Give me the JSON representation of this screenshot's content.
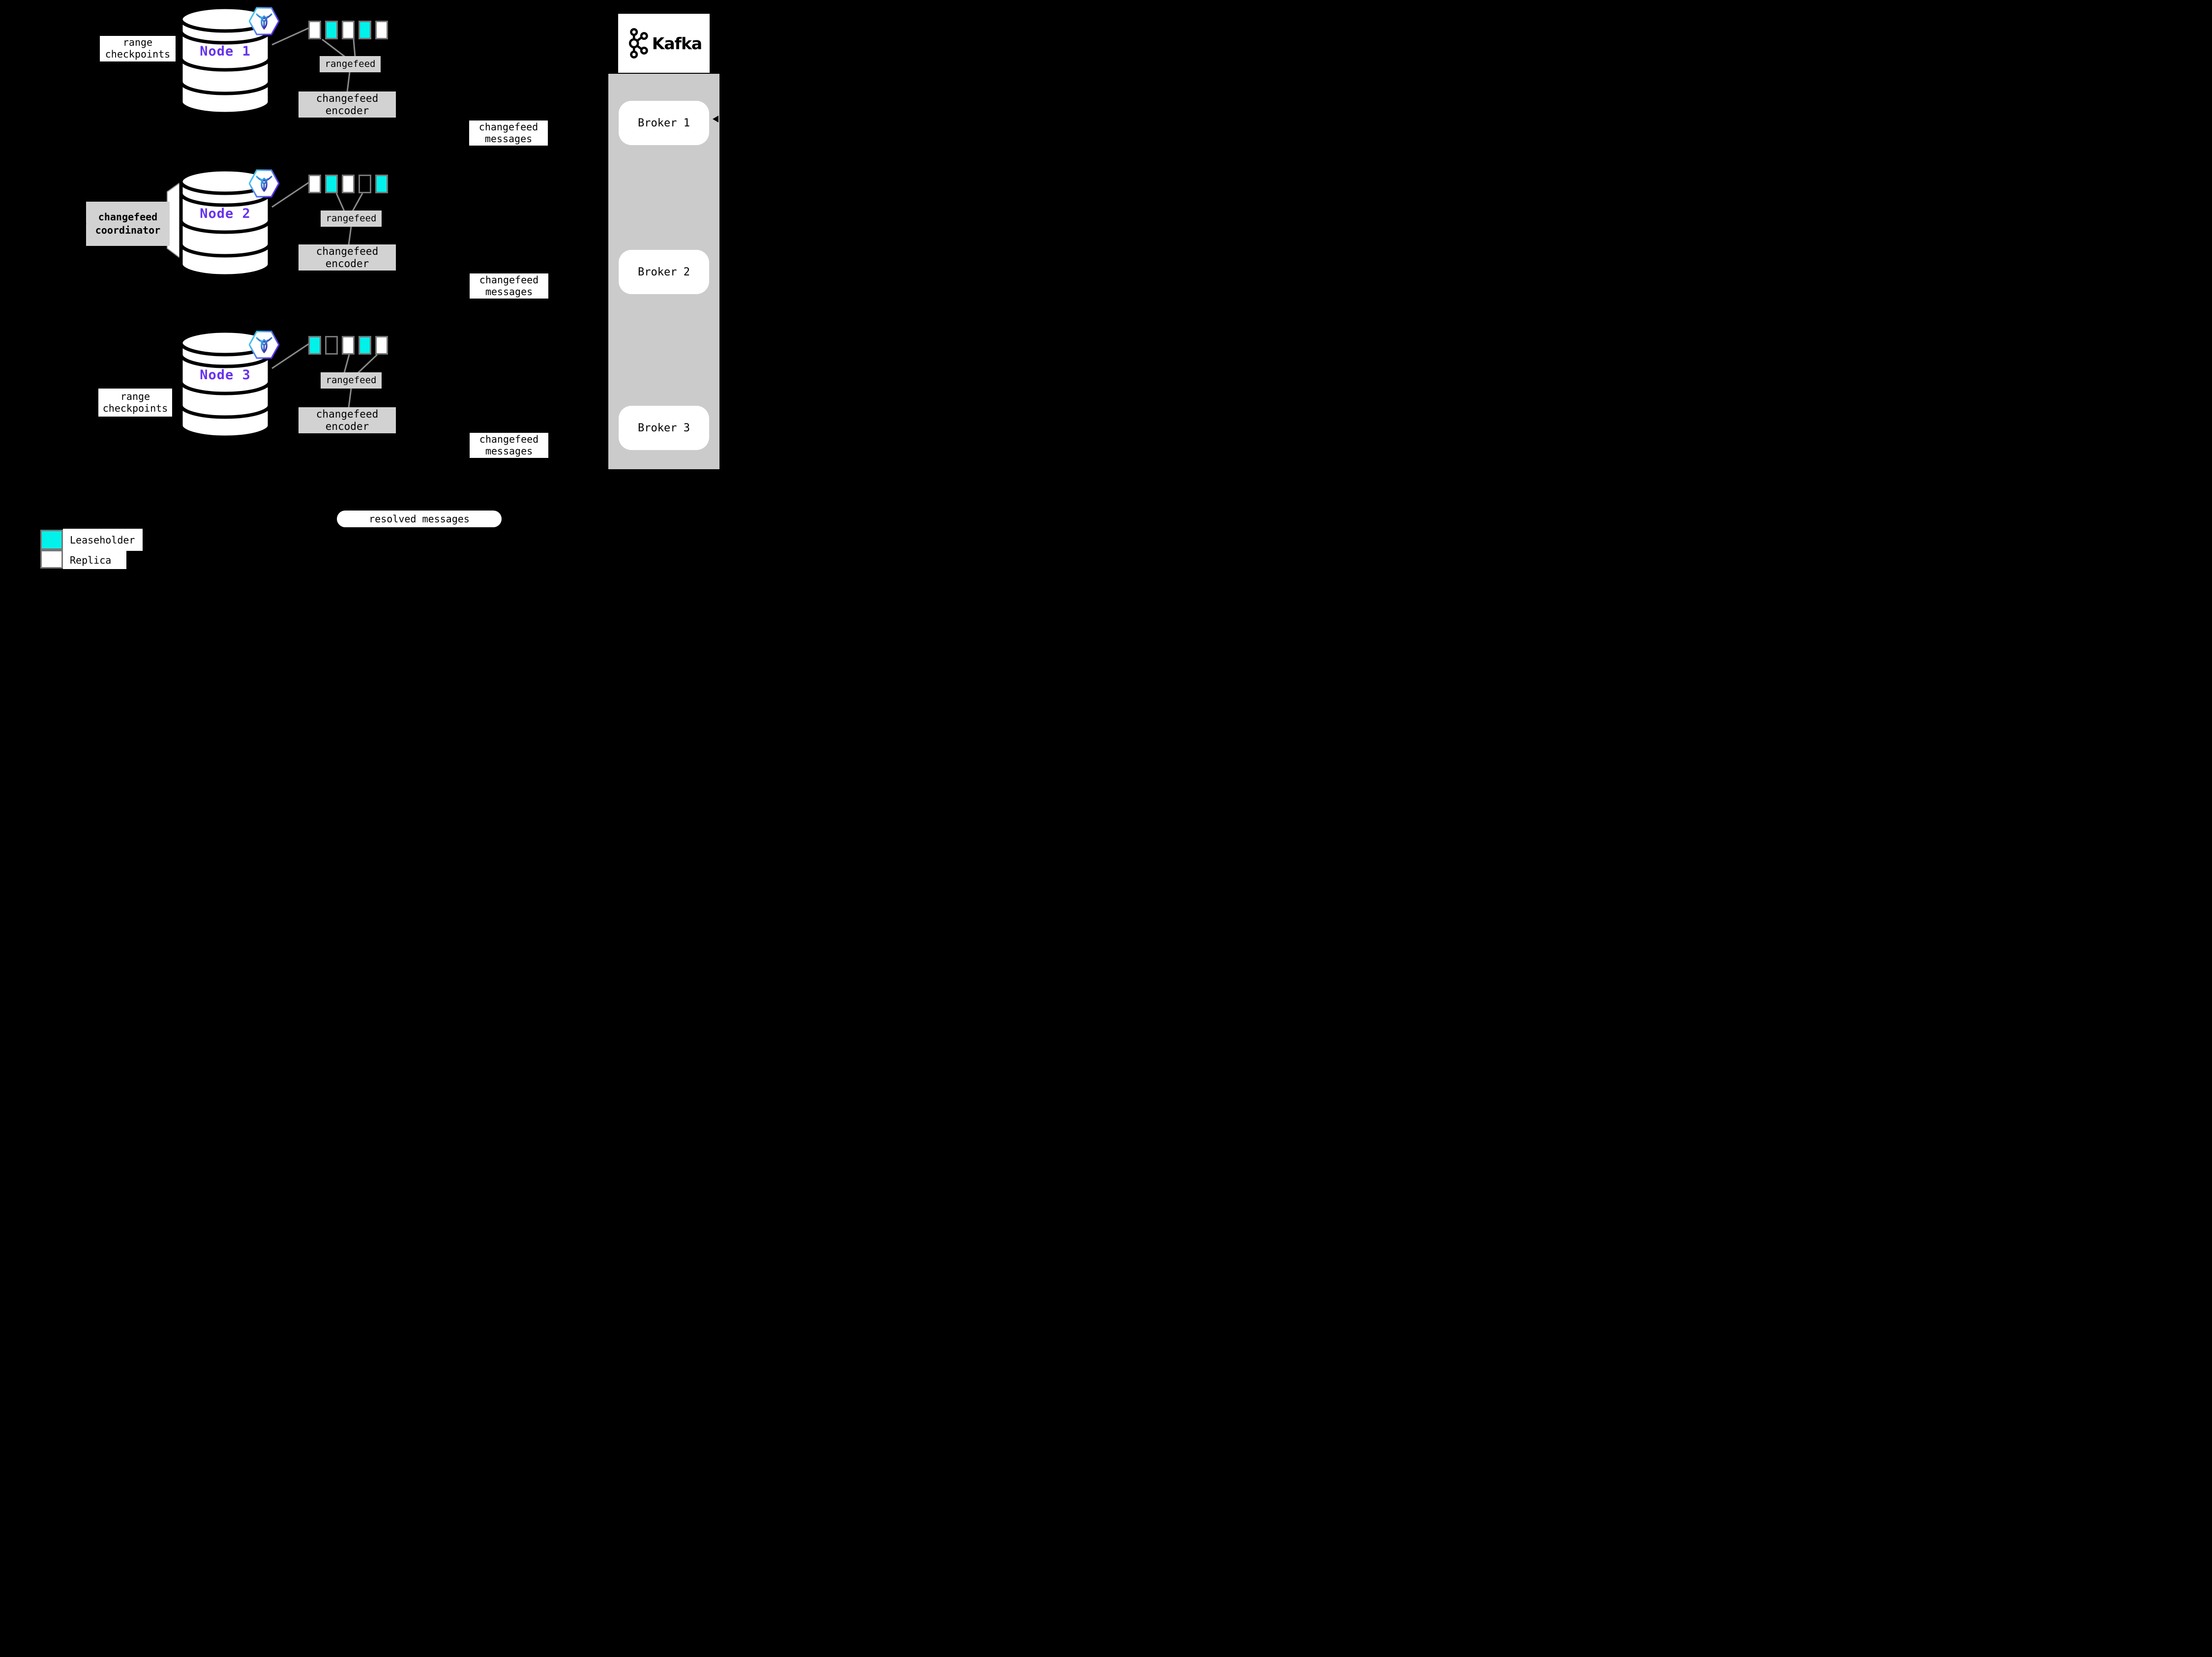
{
  "nodes": [
    {
      "name": "Node 1",
      "ranges": [
        "replica",
        "leaseholder",
        "replica",
        "leaseholder",
        "replica"
      ]
    },
    {
      "name": "Node 2",
      "ranges": [
        "replica",
        "leaseholder",
        "replica",
        "empty",
        "leaseholder"
      ]
    },
    {
      "name": "Node 3",
      "ranges": [
        "leaseholder",
        "empty",
        "replica",
        "leaseholder",
        "replica"
      ]
    }
  ],
  "labels": {
    "range_checkpoints_line1": "range",
    "range_checkpoints_line2": "checkpoints",
    "rangefeed": "rangefeed",
    "encoder_line1": "changefeed",
    "encoder_line2": "encoder",
    "messages_line1": "changefeed",
    "messages_line2": "messages",
    "coordinator_line1": "changefeed",
    "coordinator_line2": "coordinator",
    "resolved_messages": "resolved messages"
  },
  "kafka": {
    "brand": "Kafka",
    "brokers": [
      {
        "label": "Broker 1"
      },
      {
        "label": "Broker 2"
      },
      {
        "label": "Broker 3"
      }
    ]
  },
  "legend": {
    "leaseholder_label": "Leaseholder",
    "replica_label": "Replica"
  },
  "icons": {
    "node_badge": "cockroachdb-icon",
    "broker_logo": "kafka-logo-icon"
  },
  "colors": {
    "bg": "#000000",
    "leaseholder": "#00f2ea",
    "replica": "#ffffff",
    "labelGray": "#d2d2d2",
    "containerGray": "#cbcbcb",
    "rangeBorder": "#767676",
    "connector": "#8a8a8a",
    "nodePurple": "#6633ee"
  }
}
